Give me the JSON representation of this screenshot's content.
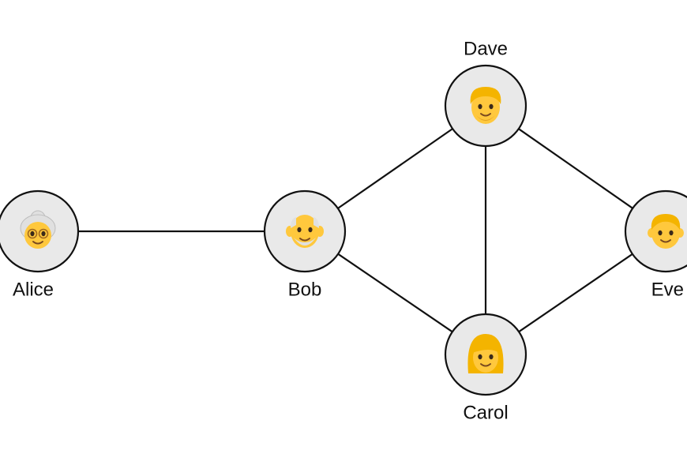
{
  "nodes": [
    {
      "id": "alice",
      "name": "Alice",
      "face": "grandmother-face-icon"
    },
    {
      "id": "bob",
      "name": "Bob",
      "face": "old-man-face-icon"
    },
    {
      "id": "dave",
      "name": "Dave",
      "face": "man-face-icon"
    },
    {
      "id": "carol",
      "name": "Carol",
      "face": "woman-face-icon"
    },
    {
      "id": "eve",
      "name": "Eve",
      "face": "boy-face-icon"
    }
  ],
  "edges": [
    {
      "from": "alice",
      "to": "bob"
    },
    {
      "from": "bob",
      "to": "dave"
    },
    {
      "from": "bob",
      "to": "carol"
    },
    {
      "from": "dave",
      "to": "carol"
    },
    {
      "from": "dave",
      "to": "eve"
    },
    {
      "from": "carol",
      "to": "eve"
    }
  ],
  "colors": {
    "node_fill": "#e9e9e9",
    "stroke": "#111111",
    "skin": "#ffc83d",
    "hair_blonde": "#f4b400",
    "hair_grey": "#e0e0e0"
  }
}
